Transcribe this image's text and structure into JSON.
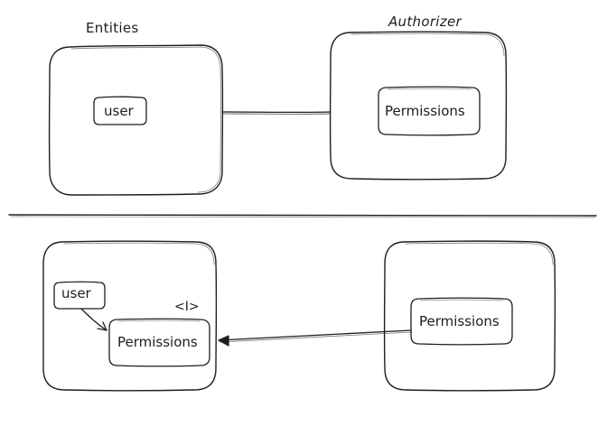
{
  "diagram": {
    "top_section": {
      "entities_label": "Entities",
      "authorizer_label": "Authorizer",
      "user_label": "user",
      "permissions_label": "Permissions"
    },
    "bottom_section": {
      "user_label": "user",
      "interface_label": "<I>",
      "permissions_left_label": "Permissions",
      "permissions_right_label": "Permissions"
    },
    "stroke_color": "#1e1e1e",
    "background_color": "#ffffff"
  }
}
